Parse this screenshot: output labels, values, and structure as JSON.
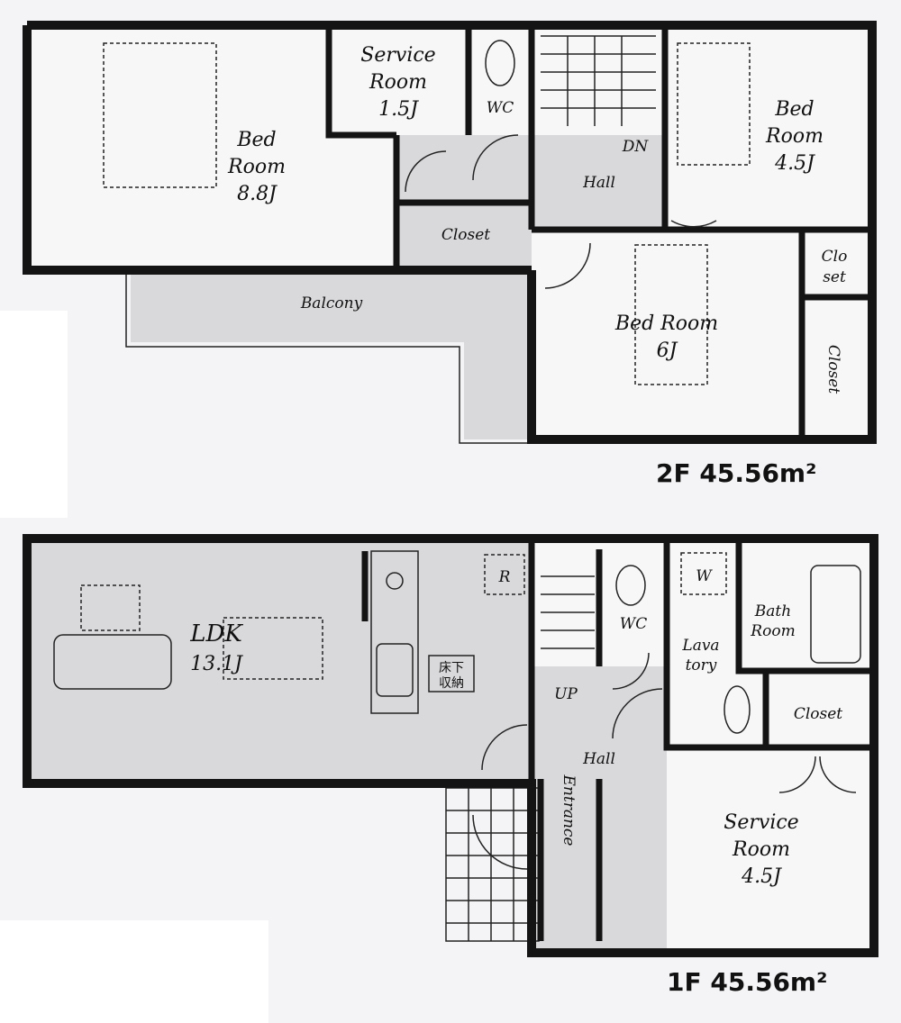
{
  "floor2": {
    "area_label": "2F  45.56m²",
    "rooms": {
      "bed_main": [
        "Bed",
        "Room",
        "8.8J"
      ],
      "service": [
        "Service",
        "Room",
        "1.5J"
      ],
      "wc": "WC",
      "stairs": "DN",
      "hall": "Hall",
      "bed_45": [
        "Bed",
        "Room",
        "4.5J"
      ],
      "closet_hall": "Closet",
      "closet_small": [
        "Clo",
        "set"
      ],
      "balcony": "Balcony",
      "bed_6": [
        "Bed Room",
        "6J"
      ],
      "closet_side": "Closet"
    }
  },
  "floor1": {
    "area_label": "1F  45.56m²",
    "rooms": {
      "ldk": [
        "LDK",
        "13.1J"
      ],
      "fridge": "R",
      "underfloor": [
        "床下",
        "収納"
      ],
      "wc": "WC",
      "washer": "W",
      "bath": [
        "Bath",
        "Room"
      ],
      "lavatory": [
        "Lava",
        "tory"
      ],
      "stairs": "UP",
      "closet": "Closet",
      "hall": "Hall",
      "service": [
        "Service",
        "Room",
        "4.5J"
      ],
      "entrance": "Entrance"
    }
  }
}
